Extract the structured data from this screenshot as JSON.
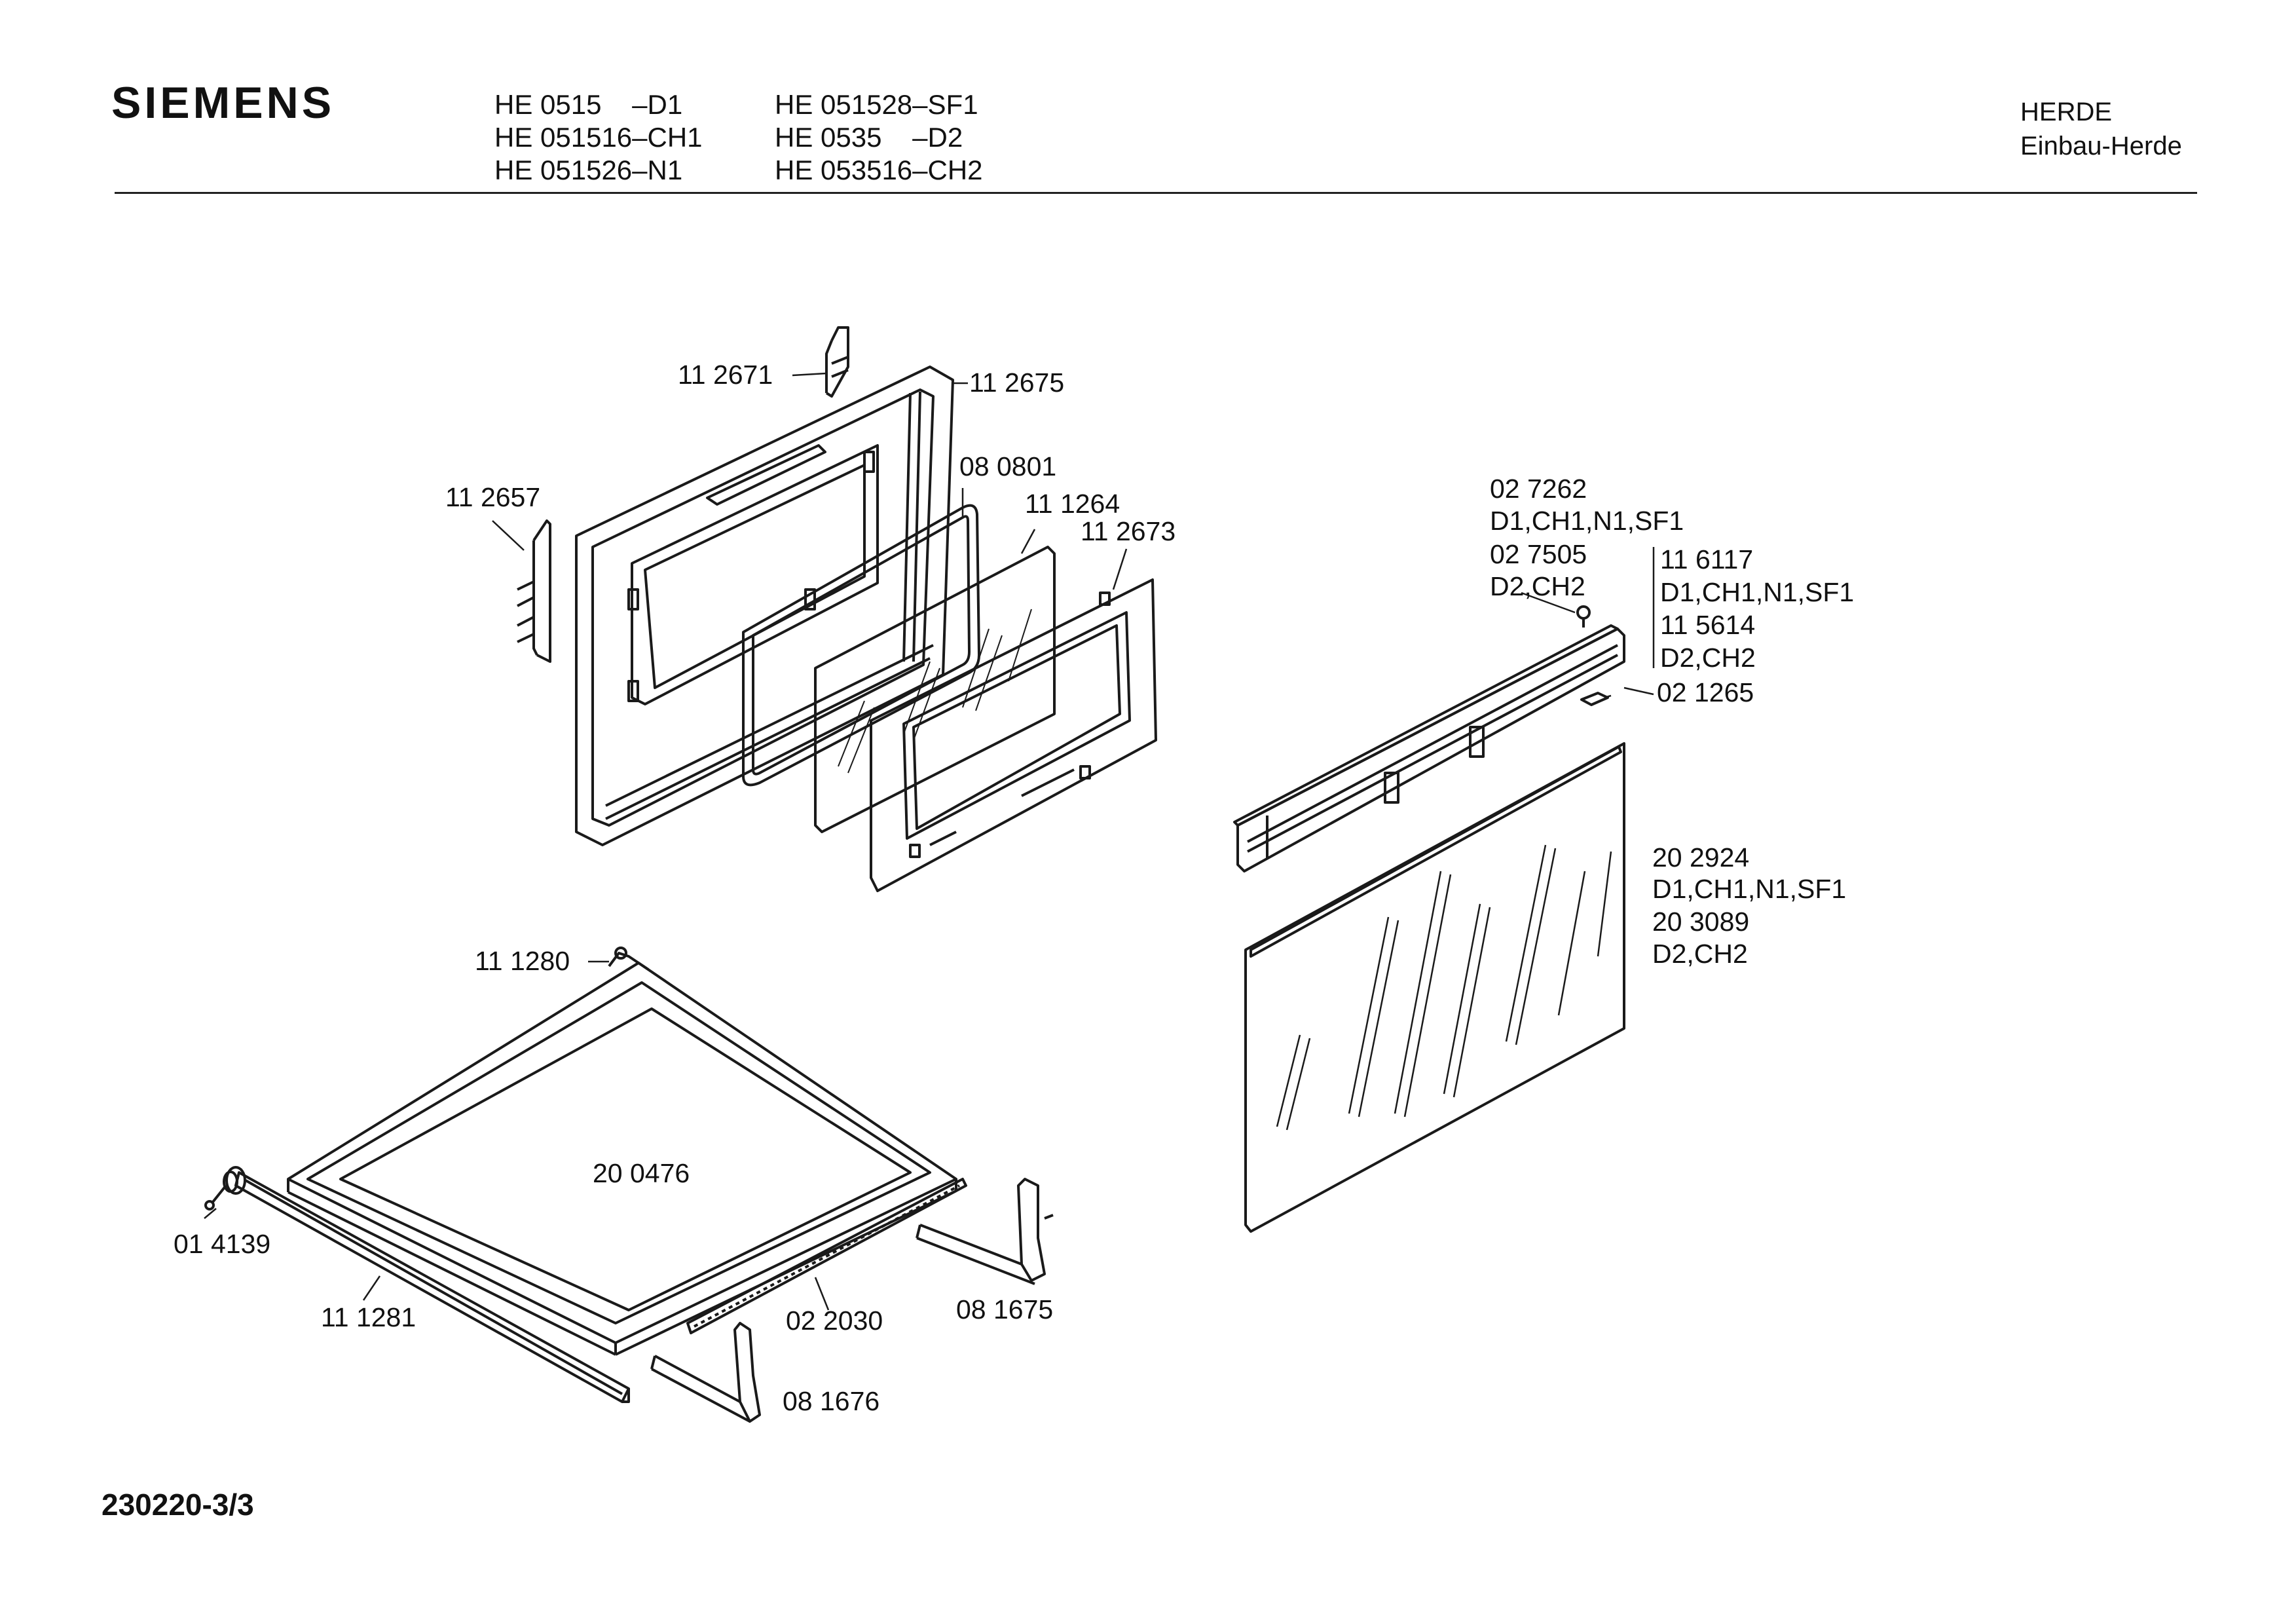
{
  "header": {
    "brand": "SIEMENS",
    "models_col1": [
      "HE 0515    –D1",
      "HE 051516–CH1",
      "HE 051526–N1"
    ],
    "models_col2": [
      "HE 051528–SF1",
      "HE 0535    –D2",
      "HE 053516–CH2"
    ],
    "category": "HERDE",
    "subcategory": "Einbau-Herde"
  },
  "parts": {
    "p112671": "11 2671",
    "p112675": "11 2675",
    "p112657": "11 2657",
    "p080801": "08 0801",
    "p111264": "11 1264",
    "p112673": "11 2673",
    "p027262": "02 7262",
    "p027262_variants": "D1,CH1,N1,SF1",
    "p027505": "02 7505",
    "p027505_variants": "D2,CH2",
    "p116117": "11 6117",
    "p116117_variants": "D1,CH1,N1,SF1",
    "p115614": "11 5614",
    "p115614_variants": "D2,CH2",
    "p021265": "02 1265",
    "p202924": "20 2924",
    "p202924_variants": "D1,CH1,N1,SF1",
    "p203089": "20 3089",
    "p203089_variants": "D2,CH2",
    "p111280": "11 1280",
    "p200476": "20 0476",
    "p014139": "01 4139",
    "p111281": "11 1281",
    "p022030": "02 2030",
    "p081675": "08 1675",
    "p081676": "08 1676"
  },
  "footer": {
    "doc_id": "230220-3/3"
  }
}
